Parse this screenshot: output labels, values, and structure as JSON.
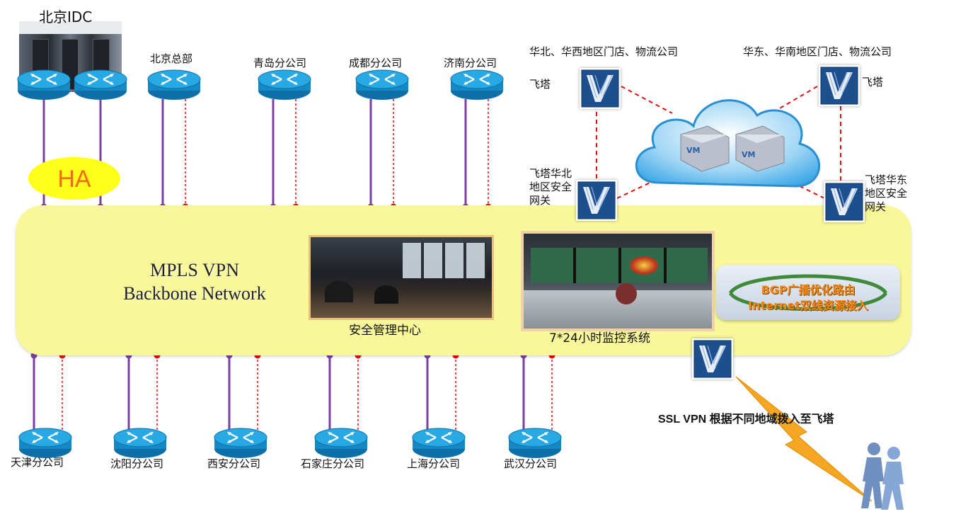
{
  "idc": {
    "label": "北京IDC"
  },
  "top_sites": [
    {
      "label": "北京总部"
    },
    {
      "label": "青岛分公司"
    },
    {
      "label": "成都分公司"
    },
    {
      "label": "济南分公司"
    }
  ],
  "bottom_sites": [
    {
      "label": "天津分公司"
    },
    {
      "label": "沈阳分公司"
    },
    {
      "label": "西安分公司"
    },
    {
      "label": "石家庄分公司"
    },
    {
      "label": "上海分公司"
    },
    {
      "label": "武汉分公司"
    }
  ],
  "ha": {
    "label": "HA"
  },
  "backbone": {
    "line1": "MPLS VPN",
    "line2": "Backbone Network"
  },
  "soc": {
    "label": "安全管理中心"
  },
  "monitor": {
    "label": "7*24小时监控系统"
  },
  "bgp": {
    "line1": "BGP广播优化路由",
    "line2": "Internet双线资源接入"
  },
  "cloud": {
    "north_region": "华北、华西地区门店、物流公司",
    "east_region": "华东、华南地区门店、物流公司",
    "fortigate_label": "飞塔",
    "north_gw": [
      "飞塔华北",
      "地区安全",
      "网关"
    ],
    "east_gw": [
      "飞塔华东",
      "地区安全",
      "网关"
    ],
    "vm_label": "VM"
  },
  "ssl": {
    "label": "SSL VPN 根据不同地域拨入至飞塔"
  },
  "colors": {
    "backbone": "#f8f89a",
    "ha_fill": "#ffff19",
    "ha_text": "#f26a1b",
    "mpls_line": "#7b3fa0",
    "internet_line": "#e01010",
    "router": "#1a9ed8",
    "bolt": "#f5a623",
    "bgp_text": "#f08a1c"
  }
}
